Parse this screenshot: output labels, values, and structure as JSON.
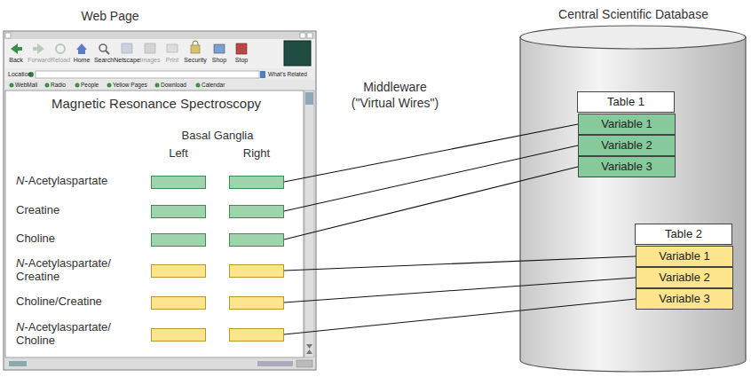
{
  "diagram": {
    "nodes": [
      {
        "text": [
          "Web Page",
          "Magnetic Resonance Spectroscopy"
        ]
      },
      {
        "text": [
          "N-Acetylaspartate"
        ],
        "in": 0
      },
      {
        "text": [
          "Creatine"
        ],
        "in": 0
      },
      {
        "text": [
          "Choline"
        ],
        "in": 0
      },
      {
        "text": [
          "N-Acetylaspartate/Creatine"
        ],
        "in": 0
      },
      {
        "text": [
          "Choline/Creatine"
        ],
        "in": 0
      },
      {
        "text": [
          "N-Acetylaspartate/Choline"
        ],
        "in": 0
      },
      {
        "text": [
          "Central Scientific Database"
        ]
      },
      {
        "text": [
          "Table 1"
        ],
        "in": 7
      },
      {
        "text": [
          "Variable 1"
        ],
        "in": 8
      },
      {
        "text": [
          "Variable 2"
        ],
        "in": 8
      },
      {
        "text": [
          "Variable 3"
        ],
        "in": 8
      },
      {
        "text": [
          "Table 2"
        ],
        "in": 7
      },
      {
        "text": [
          "Variable 1"
        ],
        "in": 12
      },
      {
        "text": [
          "Variable 2"
        ],
        "in": 12
      },
      {
        "text": [
          "Variable 3"
        ],
        "in": 12
      }
    ],
    "edges": [
      {
        "from": 1,
        "to": 9,
        "arrow": "none"
      },
      {
        "from": 2,
        "to": 10,
        "arrow": "none"
      },
      {
        "from": 3,
        "to": 11,
        "arrow": "none"
      },
      {
        "from": 4,
        "to": 13,
        "arrow": "none"
      },
      {
        "from": 5,
        "to": 14,
        "arrow": "none"
      },
      {
        "from": 6,
        "to": 15,
        "arrow": "none"
      }
    ],
    "labels": [
      "Back",
      "Forward",
      "Reload",
      "Home",
      "Search",
      "Netscape",
      "Images",
      "Print",
      "Security",
      "Shop",
      "Stop",
      "Location:",
      "What's Related",
      "WebMail",
      "Radio",
      "People",
      "Yellow Pages",
      "Download",
      "Calendar",
      "Basal Ganglia",
      "Left",
      "Right",
      "Middleware (\"Virtual Wires\")"
    ]
  }
}
